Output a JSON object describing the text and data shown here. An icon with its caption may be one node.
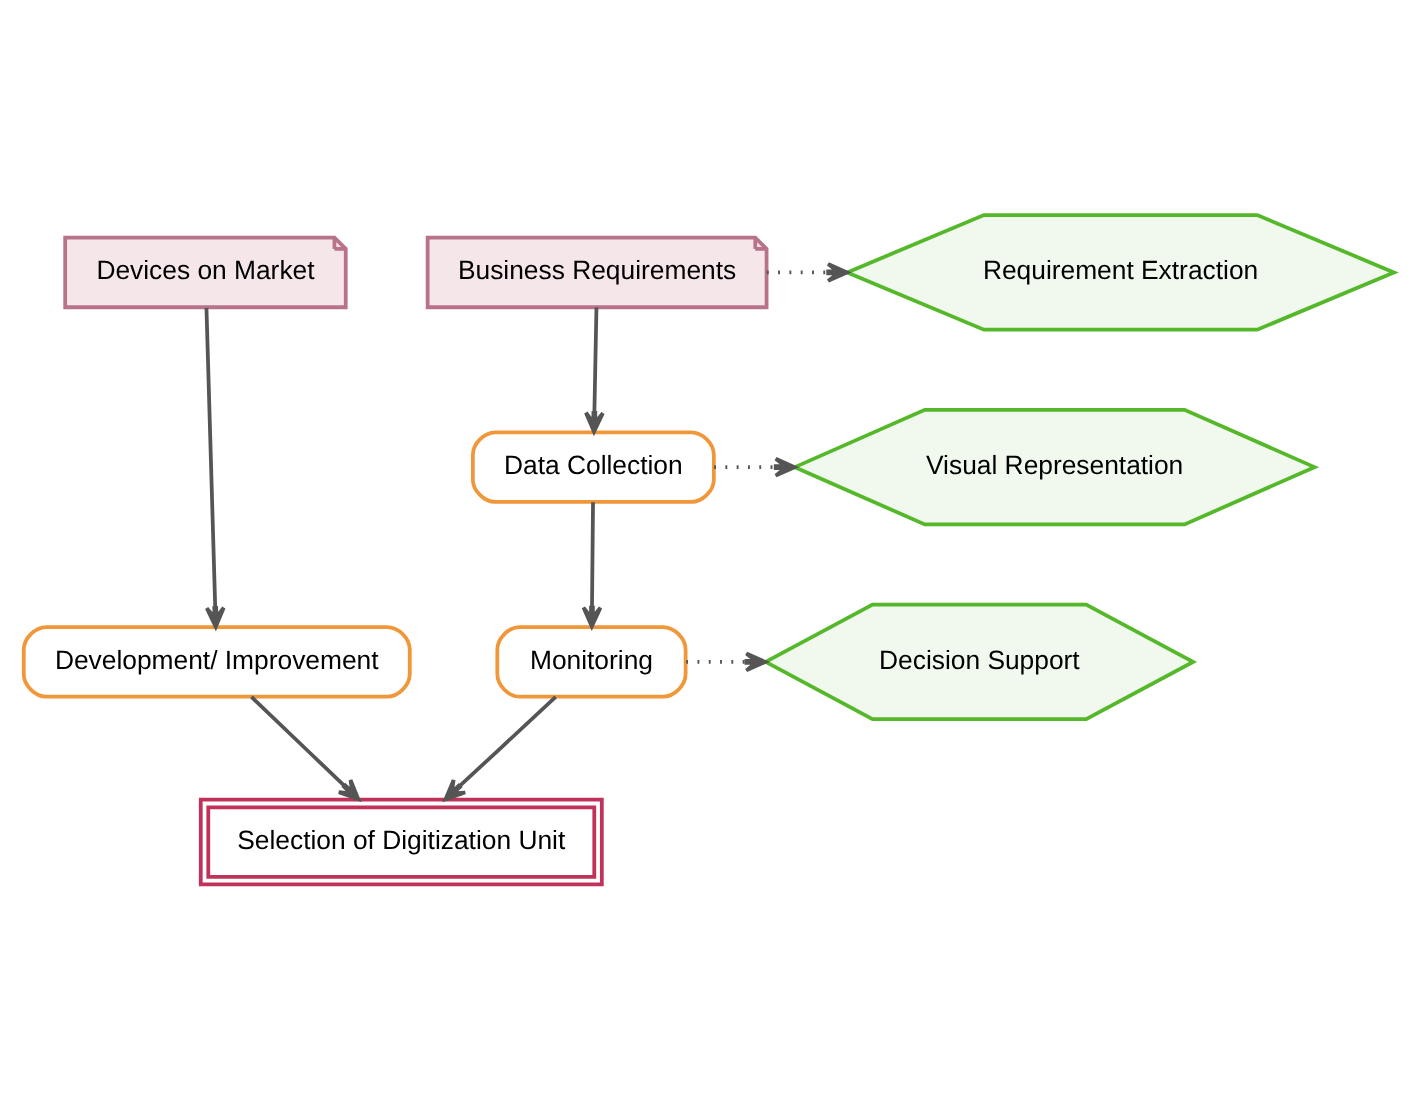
{
  "diagram": {
    "nodes": [
      {
        "text": [
          "Devices on Market"
        ]
      },
      {
        "text": [
          "Business Requirements"
        ]
      },
      {
        "text": [
          "Requirement Extraction"
        ]
      },
      {
        "text": [
          "Data Collection"
        ]
      },
      {
        "text": [
          "Visual Representation"
        ]
      },
      {
        "text": [
          "Development/ Improvement"
        ]
      },
      {
        "text": [
          "Monitoring"
        ]
      },
      {
        "text": [
          "Decision Support"
        ]
      },
      {
        "text": [
          "Selection of Digitization Unit"
        ]
      }
    ],
    "edges": [
      {
        "from": 0,
        "to": 5,
        "arrow": "to"
      },
      {
        "from": 1,
        "to": 2,
        "arrow": "to",
        "style": "dashed"
      },
      {
        "from": 1,
        "to": 3,
        "arrow": "to"
      },
      {
        "from": 3,
        "to": 4,
        "arrow": "to",
        "style": "dashed"
      },
      {
        "from": 3,
        "to": 6,
        "arrow": "to"
      },
      {
        "from": 6,
        "to": 7,
        "arrow": "to",
        "style": "dashed"
      },
      {
        "from": 5,
        "to": 8,
        "arrow": "to"
      },
      {
        "from": 6,
        "to": 8,
        "arrow": "to"
      }
    ]
  }
}
